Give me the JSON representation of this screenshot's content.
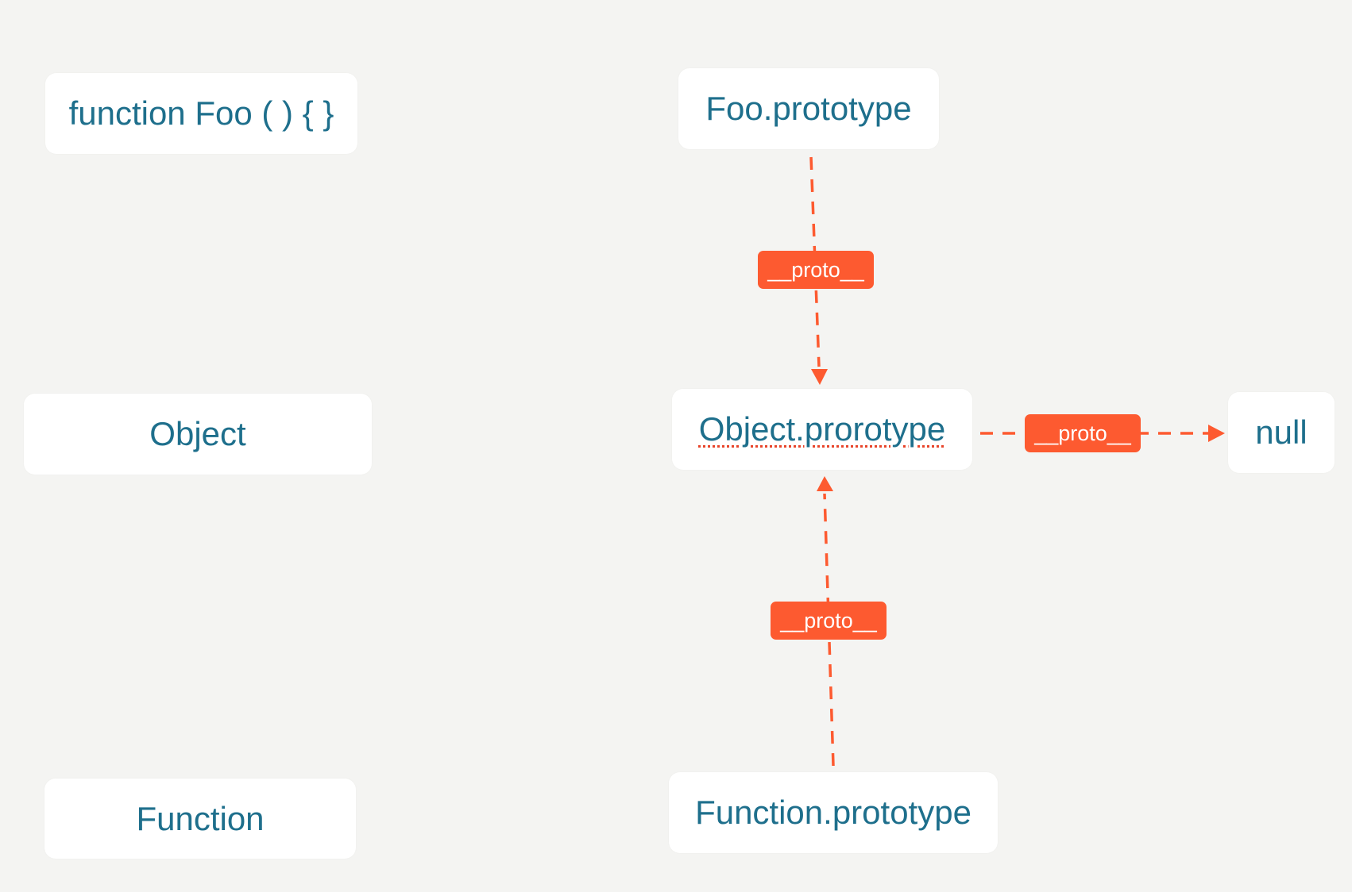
{
  "colors": {
    "background": "#f4f4f2",
    "box": "#ffffff",
    "text": "#1e6f8c",
    "accent": "#fd5a30"
  },
  "nodes": {
    "foo_function": "function Foo ( ) { }",
    "object": "Object",
    "function": "Function",
    "foo_prototype": "Foo.prototype",
    "object_prototype": "Object.prorotype",
    "function_prototype": "Function.prototype",
    "null_node": "null"
  },
  "links": {
    "foo_to_object": "__proto__",
    "object_to_null": "__proto__",
    "function_to_object": "__proto__"
  }
}
